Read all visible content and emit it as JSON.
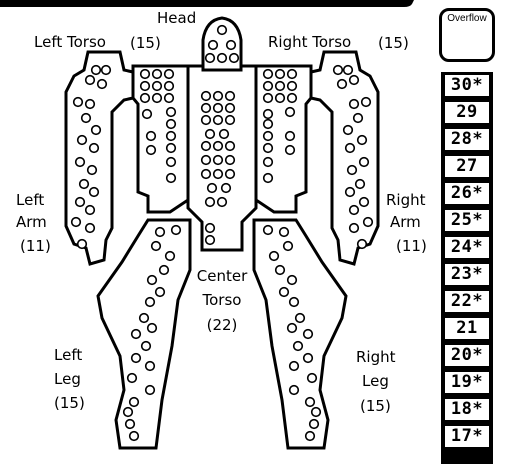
{
  "labels": {
    "head": "Head",
    "left_torso": "Left Torso",
    "left_torso_value": "(15)",
    "right_torso": "Right Torso",
    "right_torso_value": "(15)",
    "left_arm_1": "Left",
    "left_arm_2": "Arm",
    "left_arm_value": "(11)",
    "right_arm_1": "Right",
    "right_arm_2": "Arm",
    "right_arm_value": "(11)",
    "center_torso_1": "Center",
    "center_torso_2": "Torso",
    "center_torso_value": "(22)",
    "left_leg_1": "Left",
    "left_leg_2": "Leg",
    "left_leg_value": "(15)",
    "right_leg_1": "Right",
    "right_leg_2": "Leg",
    "right_leg_value": "(15)"
  },
  "heat_scale": {
    "overflow_label": "Overflow",
    "levels": [
      "30*",
      "29",
      "28*",
      "27",
      "26*",
      "25*",
      "24*",
      "23*",
      "22*",
      "21",
      "20*",
      "19*",
      "18*",
      "17*"
    ]
  },
  "colors": {
    "ink": "#000000",
    "paper": "#ffffff"
  }
}
